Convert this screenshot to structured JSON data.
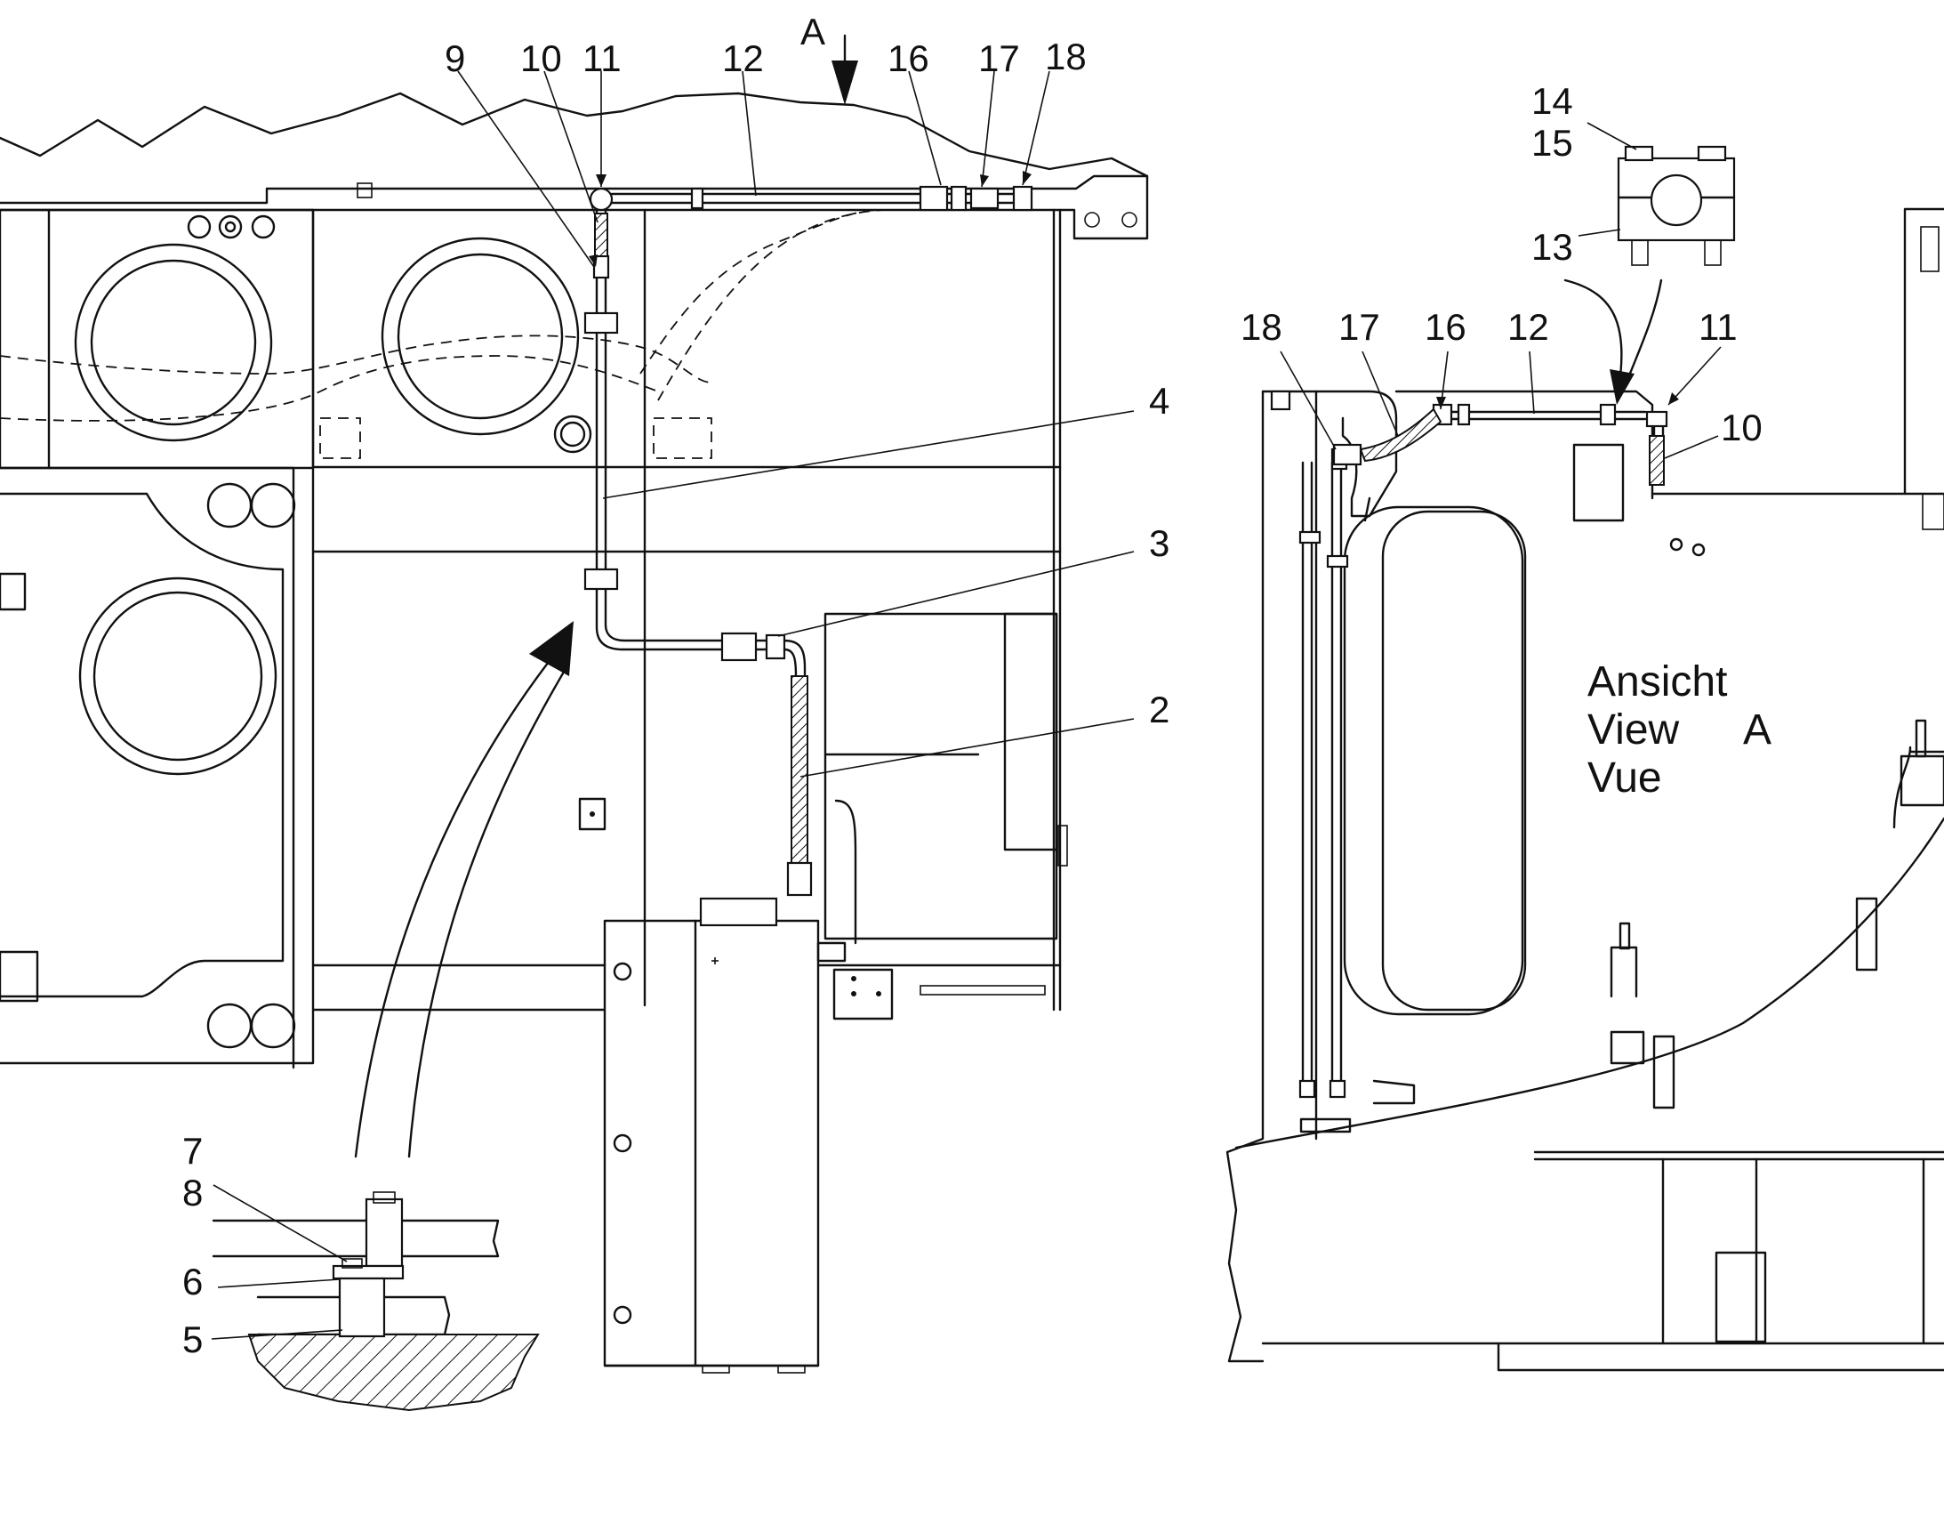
{
  "callouts_main": [
    "9",
    "10",
    "11",
    "12",
    "16",
    "17",
    "18",
    "4",
    "3",
    "2"
  ],
  "view_arrow_label": "A",
  "detail_callouts": [
    "7",
    "8",
    "6",
    "5"
  ],
  "view_a_callouts": [
    "14",
    "15",
    "13",
    "18",
    "17",
    "16",
    "12",
    "11",
    "10"
  ],
  "view_title": {
    "line1": "Ansicht",
    "line2": "View",
    "line2_letter": "A",
    "line3": "Vue"
  }
}
